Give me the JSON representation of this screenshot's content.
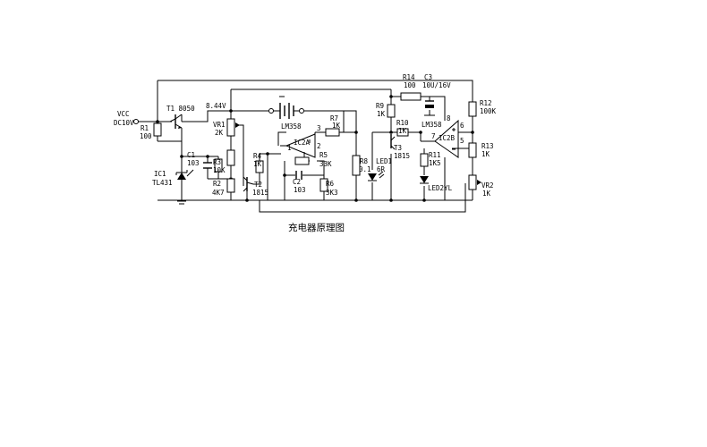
{
  "caption": "充电器原理图",
  "labels": {
    "vcc": "VCC",
    "dc": "DC10V",
    "r1_name": "R1",
    "r1_val": "100",
    "t1": "T1 8050",
    "v844": "8.44V",
    "vr1_name": "VR1",
    "vr1_val": "2K",
    "c1_name": "C1",
    "c1_val": "103",
    "r3_name": "R3",
    "r3_val": "10K",
    "ic1_name": "IC1",
    "ic1_val": "TL431",
    "r2_name": "R2",
    "r2_val": "4K7",
    "r4_name": "R4",
    "r4_val": "1K",
    "t2_name": "T2",
    "t2_val": "1815",
    "lm358a": "LM358",
    "ic2a": "IC2A",
    "pin1": "1",
    "pin2": "2",
    "pin3": "3",
    "r7_name": "R7",
    "r7_val": "1K",
    "r5_name": "R5",
    "r5_val": "33K",
    "c2_name": "C2",
    "c2_val": "103",
    "r6_name": "R6",
    "r6_val": "3K3",
    "r8_name": "R8",
    "r8_val": "0.1",
    "r9_name": "R9",
    "r9_val": "1K",
    "led1_name": "LED1",
    "led1_val": "6R",
    "r10_name": "R10",
    "r10_val": "1K",
    "t3_name": "T3",
    "t3_val": "1815",
    "r14_name": "R14",
    "r14_val": "100",
    "c3_name": "C3",
    "c3_val": "10U/16V",
    "lm358b": "LM358",
    "ic2b": "IC2B",
    "pin5": "5",
    "pin6": "6",
    "pin7": "7",
    "pin8": "8",
    "r11_name": "R11",
    "r11_val": "1K5",
    "led2": "LED2YL",
    "r12_name": "R12",
    "r12_val": "100K",
    "r13_name": "R13",
    "r13_val": "1K",
    "vr2_name": "VR2",
    "vr2_val": "1K"
  }
}
